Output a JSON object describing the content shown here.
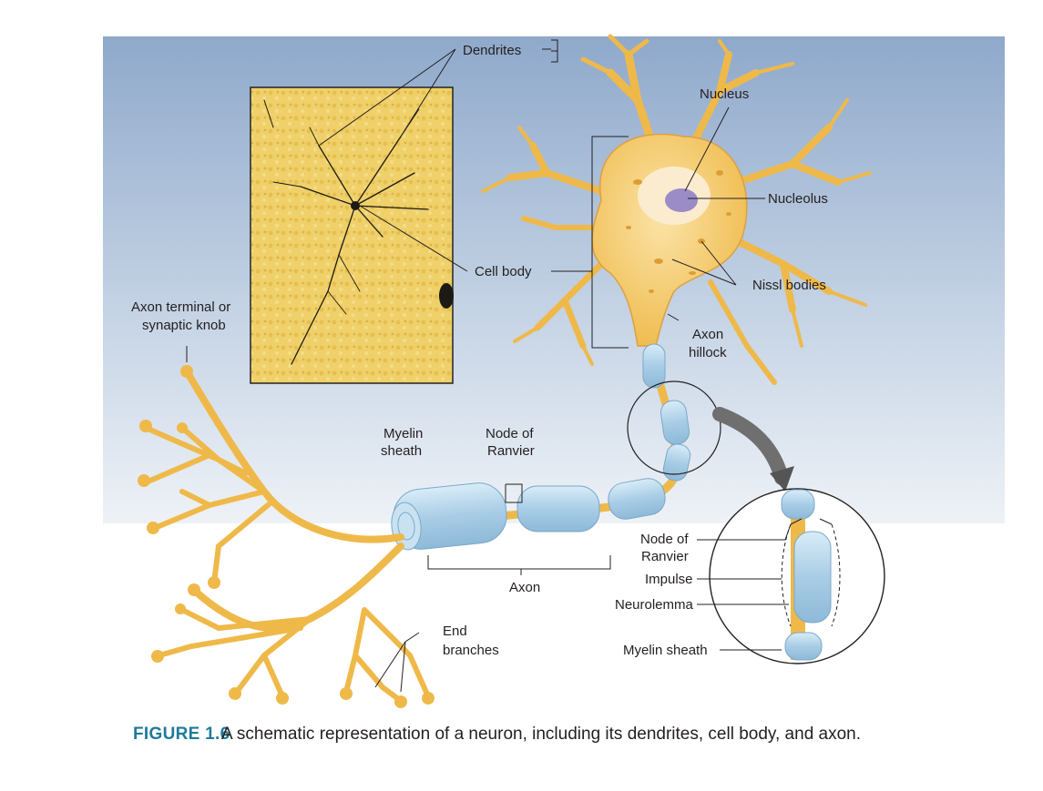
{
  "labels": {
    "dendrites": "Dendrites",
    "nucleus": "Nucleus",
    "nucleolus": "Nucleolus",
    "cell_body": "Cell body",
    "nissl_bodies": "Nissl bodies",
    "axon_hillock_1": "Axon",
    "axon_hillock_2": "hillock",
    "axon_terminal_1": "Axon terminal or",
    "axon_terminal_2": "synaptic knob",
    "myelin_sheath_1": "Myelin",
    "myelin_sheath_2": "sheath",
    "node_ranvier_1": "Node of",
    "node_ranvier_2": "Ranvier",
    "axon": "Axon",
    "end_branches_1": "End",
    "end_branches_2": "branches",
    "inset_node_1": "Node of",
    "inset_node_2": "Ranvier",
    "inset_impulse": "Impulse",
    "inset_neurolemma": "Neurolemma",
    "inset_myelin": "Myelin sheath"
  },
  "caption": {
    "figure_number": "FIGURE 1.6",
    "text": "A schematic representation of a neuron, including its dendrites, cell body, and axon."
  },
  "colors": {
    "neuron": "#f2c35a",
    "neuron_edge": "#d99a2b",
    "myelin": "#b9d9ec",
    "myelin_edge": "#7aa9c8",
    "caption_accent": "#1f7a9c"
  }
}
